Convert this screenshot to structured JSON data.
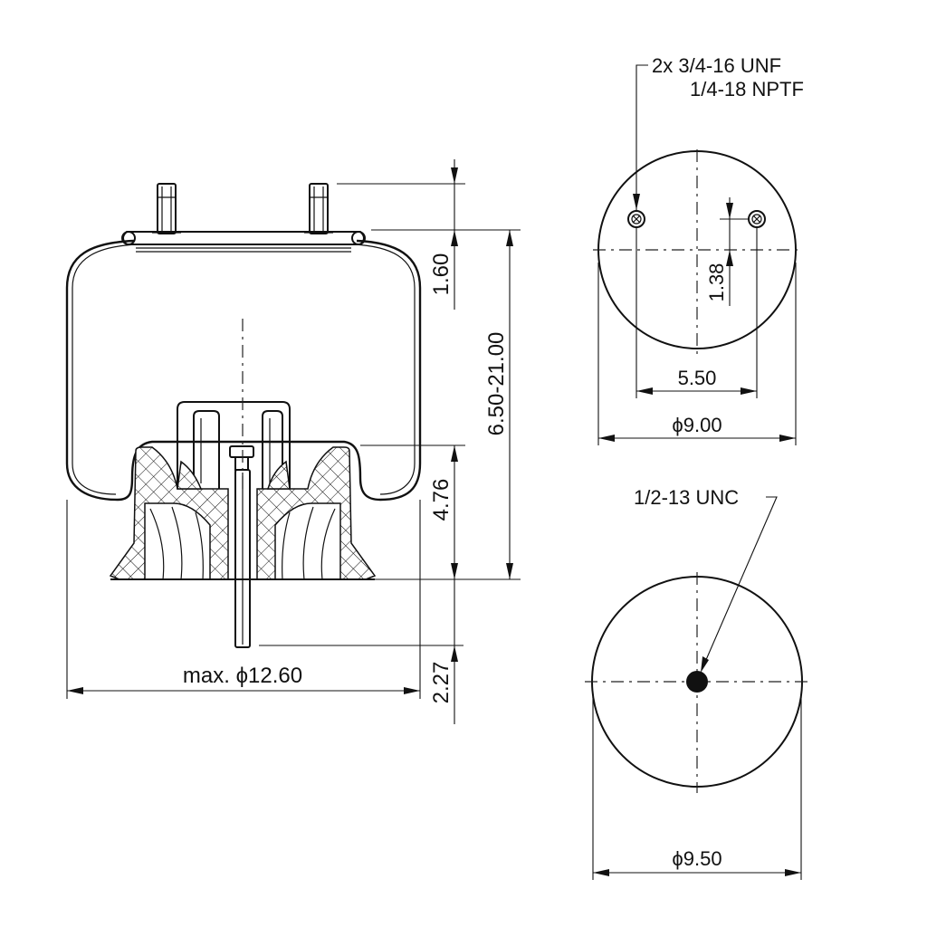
{
  "side_view": {
    "dim_top_offset": "1.60",
    "dim_height_range": "6.50-21.00",
    "dim_piston_height": "4.76",
    "dim_stud_length": "2.27",
    "dim_max_diameter": "max. ϕ12.60"
  },
  "top_view": {
    "callout_line1": "2x 3/4-16 UNF",
    "callout_line2": "1/4-18 NPTF",
    "dim_offset": "1.38",
    "dim_hole_spacing": "5.50",
    "dim_diameter": "ϕ9.00"
  },
  "bottom_view": {
    "callout": "1/2-13 UNC",
    "dim_diameter": "ϕ9.50"
  }
}
